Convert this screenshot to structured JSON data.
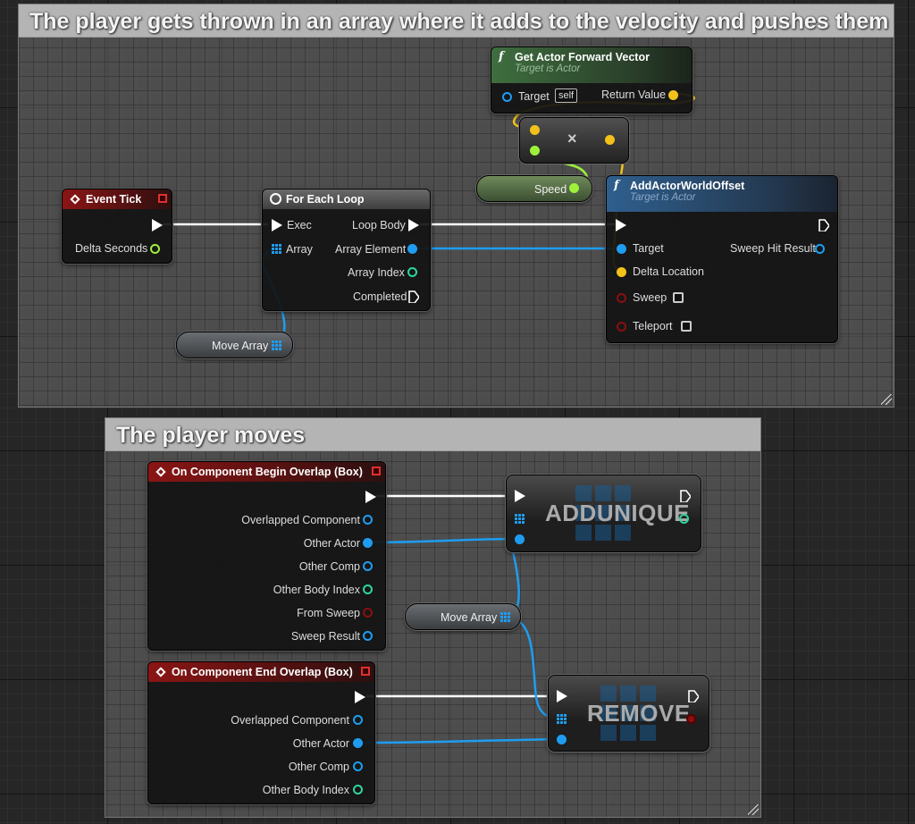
{
  "comments": {
    "top_title": "The player gets thrown in an array where it adds to the velocity and pushes them",
    "bottom_title": "The player moves"
  },
  "event_tick": {
    "title": "Event Tick",
    "delta_seconds": "Delta Seconds"
  },
  "for_each": {
    "title": "For Each Loop",
    "exec": "Exec",
    "array": "Array",
    "loop_body": "Loop Body",
    "array_element": "Array Element",
    "array_index": "Array Index",
    "completed": "Completed"
  },
  "get_forward": {
    "title": "Get Actor Forward Vector",
    "subtitle": "Target is Actor",
    "target": "Target",
    "self": "self",
    "return_value": "Return Value"
  },
  "multiply": {
    "symbol": "×"
  },
  "speed_var": {
    "label": "Speed"
  },
  "add_offset": {
    "title": "AddActorWorldOffset",
    "subtitle": "Target is Actor",
    "target": "Target",
    "sweep_hit": "Sweep Hit Result",
    "delta_location": "Delta Location",
    "sweep": "Sweep",
    "teleport": "Teleport"
  },
  "move_array_top": {
    "label": "Move Array"
  },
  "begin_overlap": {
    "title": "On Component Begin Overlap (Box)",
    "pins": [
      "Overlapped Component",
      "Other Actor",
      "Other Comp",
      "Other Body Index",
      "From Sweep",
      "Sweep Result"
    ]
  },
  "end_overlap": {
    "title": "On Component End Overlap (Box)",
    "pins": [
      "Overlapped Component",
      "Other Actor",
      "Other Comp",
      "Other Body Index"
    ]
  },
  "add_unique": {
    "title": "ADDUNIQUE"
  },
  "remove": {
    "title": "REMOVE"
  },
  "move_array_bottom": {
    "label": "Move Array"
  },
  "colors": {
    "exec": "#ffffff",
    "object": "#1e9df0",
    "vector": "#f2c21b",
    "float": "#9ef03a",
    "int": "#2ed6a0",
    "bool": "#8a1010",
    "event_header": "#8b1515",
    "function_header": "#2f5f8e"
  }
}
